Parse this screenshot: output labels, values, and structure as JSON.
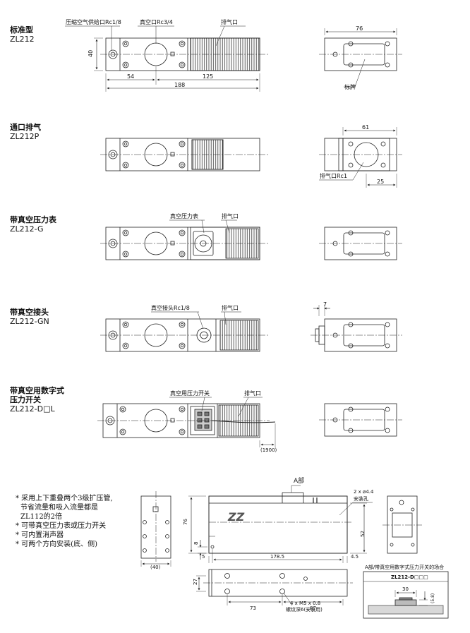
{
  "sections": [
    {
      "name": "标准型",
      "model": "ZL212"
    },
    {
      "name": "通口排气",
      "model": "ZL212P"
    },
    {
      "name": "带真空压力表",
      "model": "ZL212-G"
    },
    {
      "name": "带真空接头",
      "model": "ZL212-GN"
    },
    {
      "name_line1": "带真空用数字式",
      "name_line2": "压力开关",
      "model": "ZL212-D□L"
    }
  ],
  "callouts": {
    "supply_port": "压缩空气供给口Rc1/8",
    "vacuum_port": "真空口Rc3/4",
    "exhaust": "排气口",
    "nameplate": "标牌",
    "exhaust_rc1": "排气口Rc1",
    "vacuum_gauge": "真空压力表",
    "vacuum_fitting": "真空接头Rc1/8",
    "pressure_switch": "真空用压力开关",
    "part_a": "A部",
    "mount_holes_1": "2 x ø4.4",
    "mount_holes_2": "安装孔",
    "thread_1": "4 x M5 x 0.8",
    "thread_2": "螺纹深6(安装用)",
    "switch_title": "A部/带真空用数字式压力开关的场合",
    "switch_model": "ZL212-D□□□"
  },
  "dimensions": {
    "height_40": "40",
    "d54": "54",
    "d125": "125",
    "d188": "188",
    "d76": "76",
    "d61": "61",
    "d25": "25",
    "d7": "7",
    "d1900": "(1900)",
    "b76": "76",
    "b8": "8",
    "b5": "5",
    "b178_5": "178.5",
    "b4_5": "4.5",
    "b52": "52",
    "b40": "(40)",
    "b27": "27",
    "b73": "73",
    "b87": "87",
    "s30": "30",
    "s5_8": "(5.8)"
  },
  "notes": [
    "* 采用上下重叠两个3级扩压管,",
    "  节省流量和吸入流量都是",
    "  ZL112的2倍",
    "* 可带真空压力表或压力开关",
    "* 可内置消声器",
    "* 可两个方向安装(底、侧)"
  ],
  "logo_text": "ZZ"
}
